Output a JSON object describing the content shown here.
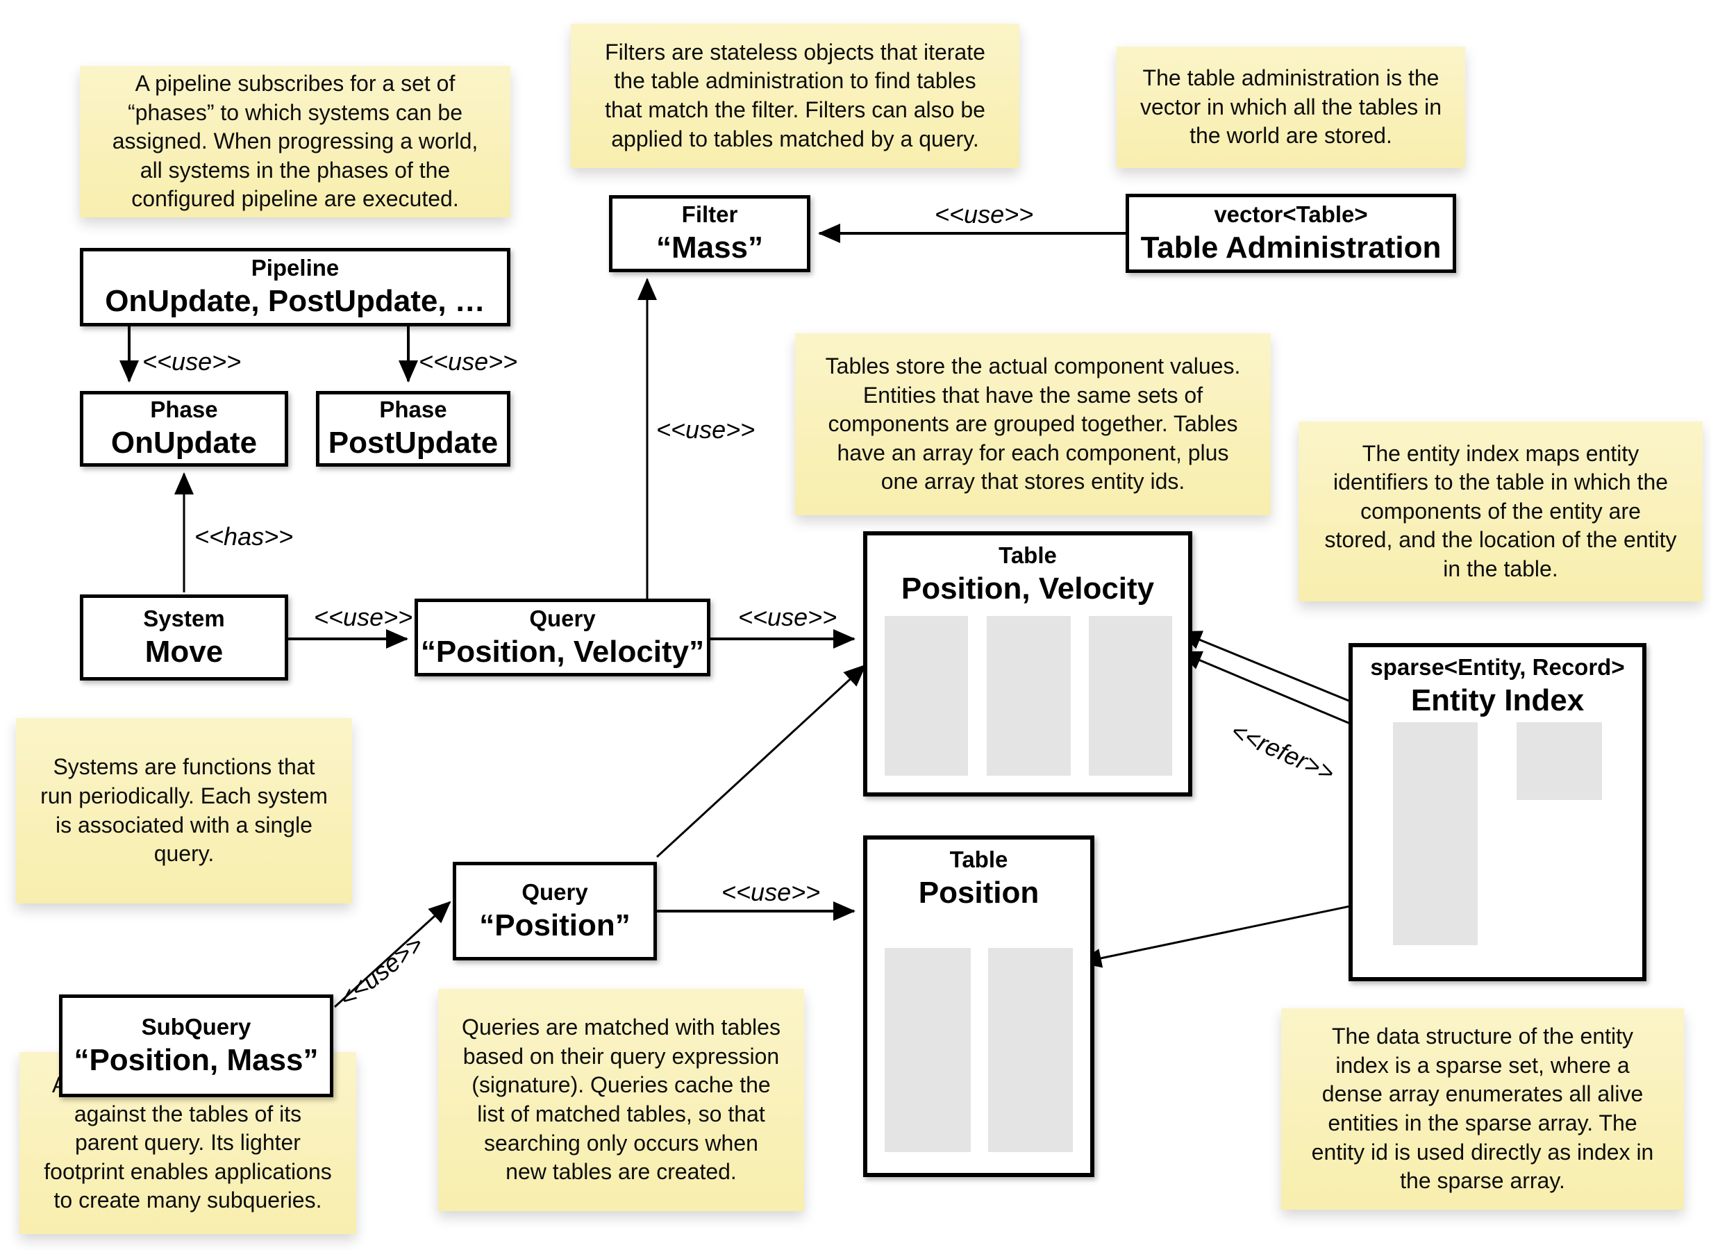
{
  "notes": {
    "pipeline": "A pipeline subscribes for a set of\n“phases” to which systems can be\nassigned. When progressing a world,\nall systems in the phases of the\nconfigured pipeline are executed.",
    "filters": "Filters are stateless objects that iterate\nthe table administration to find tables\nthat match the filter. Filters can also be\napplied to tables matched by a query.",
    "table_admin": "The table administration is the\nvector in which all the tables in\nthe world are stored.",
    "tables": "Tables store the actual component values.\nEntities that have the same sets of\ncomponents are grouped together. Tables\nhave an array for each component, plus\none array that stores entity ids.",
    "entity_index": "The entity index maps entity\nidentifiers to the table in which the\ncomponents of the entity are\nstored, and the location of the entity\nin the table.",
    "systems": "Systems are functions that\nrun periodically. Each system\nis associated with a single\nquery.",
    "queries": "Queries are matched with tables\nbased on their query expression\n(signature). Queries cache the\nlist of matched tables, so that\nsearching only occurs when\nnew tables are created.",
    "subquery": "A subquery is matched only\nagainst the tables of its\nparent query. Its lighter\nfootprint enables applications\nto create many subqueries.",
    "sparse_set": "The data structure of the entity\nindex is a sparse set, where a\ndense array enumerates all alive\nentities in the sparse array. The\nentity id is used directly as index in\nthe sparse array."
  },
  "boxes": {
    "pipeline": {
      "stereotype": "Pipeline",
      "title": "OnUpdate, PostUpdate, …"
    },
    "phase_on": {
      "stereotype": "Phase",
      "title": "OnUpdate"
    },
    "phase_post": {
      "stereotype": "Phase",
      "title": "PostUpdate"
    },
    "system_move": {
      "stereotype": "System",
      "title": "Move"
    },
    "query_pv": {
      "stereotype": "Query",
      "title": "“Position, Velocity”"
    },
    "filter_mass": {
      "stereotype": "Filter",
      "title": "“Mass”"
    },
    "table_admin": {
      "stereotype": "vector<Table>",
      "title": "Table Administration"
    },
    "table_pv": {
      "stereotype": "Table",
      "title": "Position, Velocity"
    },
    "table_pos": {
      "stereotype": "Table",
      "title": "Position"
    },
    "query_pos": {
      "stereotype": "Query",
      "title": "“Position”"
    },
    "subquery": {
      "stereotype": "SubQuery",
      "title": "“Position, Mass”"
    },
    "entity_index": {
      "stereotype": "sparse<Entity, Record>",
      "title": "Entity Index"
    }
  },
  "edge_labels": {
    "use": "<<use>>",
    "has": "<<has>>",
    "refer": "<<refer>>"
  },
  "colors": {
    "note_yellow": "#f9f0b6",
    "array_gray": "#e4e4e4",
    "line_black": "#000000"
  }
}
